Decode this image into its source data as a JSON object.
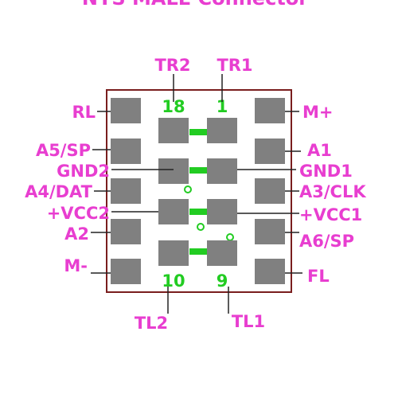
{
  "diagram": {
    "title": "NYS MALE Connector",
    "colors": {
      "label": "#e83ed0",
      "outline": "#7a1e1e",
      "pad": "#808080",
      "pin_number": "#22cc22",
      "trace": "#22cc22",
      "leader": "#222222",
      "background": "#ffffff"
    },
    "labels": {
      "TR2": "TR2",
      "TR1": "TR1",
      "RL": "RL",
      "M_plus": "M+",
      "A5_SP": "A5/SP",
      "A1": "A1",
      "GND2": "GND2",
      "GND1": "GND1",
      "A4_DAT": "A4/DAT",
      "A3_CLK": "A3/CLK",
      "VCC2": "+VCC2",
      "VCC1": "+VCC1",
      "A2": "A2",
      "A6_SP": "A6/SP",
      "M_minus": "M-",
      "FL": "FL",
      "TL2": "TL2",
      "TL1": "TL1"
    },
    "pin_numbers": {
      "top_left": "18",
      "top_right": "1",
      "bottom_left": "10",
      "bottom_right": "9"
    }
  }
}
